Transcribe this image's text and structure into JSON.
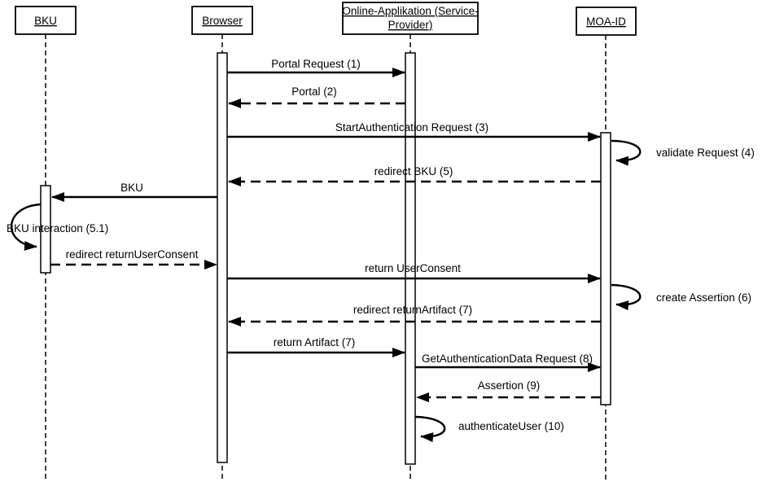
{
  "diagram_type": "uml-sequence-diagram",
  "colors": {
    "line": "#000000",
    "background": "#ffffff"
  },
  "participants": [
    {
      "id": "bku",
      "label": "BKU"
    },
    {
      "id": "browser",
      "label": "Browser"
    },
    {
      "id": "online-app",
      "label1": "Online-Applikation (Service-",
      "label2": "Provider)"
    },
    {
      "id": "moa-id",
      "label": "MOA-ID"
    }
  ],
  "messages": [
    {
      "label": "Portal Request (1)",
      "from": "browser",
      "to": "online-app",
      "style": "solid"
    },
    {
      "label": "Portal (2)",
      "from": "online-app",
      "to": "browser",
      "style": "dashed"
    },
    {
      "label": "StartAuthentication Request (3)",
      "from": "browser",
      "to": "moa-id",
      "style": "solid"
    },
    {
      "label": "validate Request (4)",
      "from": "moa-id",
      "to": "moa-id",
      "style": "self"
    },
    {
      "label": "redirect BKU (5)",
      "from": "moa-id",
      "to": "browser",
      "style": "dashed"
    },
    {
      "label": "BKU",
      "from": "browser",
      "to": "bku",
      "style": "solid"
    },
    {
      "label": "BKU interaction (5.1)",
      "from": "bku",
      "to": "bku",
      "style": "self"
    },
    {
      "label": "redirect returnUserConsent",
      "from": "bku",
      "to": "browser",
      "style": "dashed"
    },
    {
      "label": "return UserConsent",
      "from": "browser",
      "to": "moa-id",
      "style": "solid"
    },
    {
      "label": "create Assertion (6)",
      "from": "moa-id",
      "to": "moa-id",
      "style": "self"
    },
    {
      "label": "redirect returnArtifact (7)",
      "from": "moa-id",
      "to": "browser",
      "style": "dashed"
    },
    {
      "label": "return Artifact (7)",
      "from": "browser",
      "to": "online-app",
      "style": "solid"
    },
    {
      "label": "GetAuthenticationData Request (8)",
      "from": "online-app",
      "to": "moa-id",
      "style": "solid"
    },
    {
      "label": "Assertion (9)",
      "from": "moa-id",
      "to": "online-app",
      "style": "dashed"
    },
    {
      "label": "authenticateUser (10)",
      "from": "online-app",
      "to": "online-app",
      "style": "self"
    }
  ]
}
